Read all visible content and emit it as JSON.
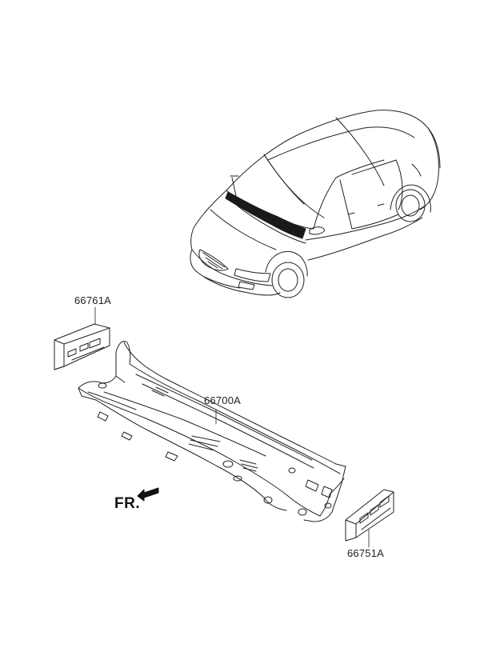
{
  "labels": {
    "left_panel": "66761A",
    "cowl_panel": "66700A",
    "right_panel": "66751A",
    "front": "FR."
  },
  "colors": {
    "line": "#222222",
    "highlight": "#1a1a1a",
    "background": "#ffffff"
  }
}
